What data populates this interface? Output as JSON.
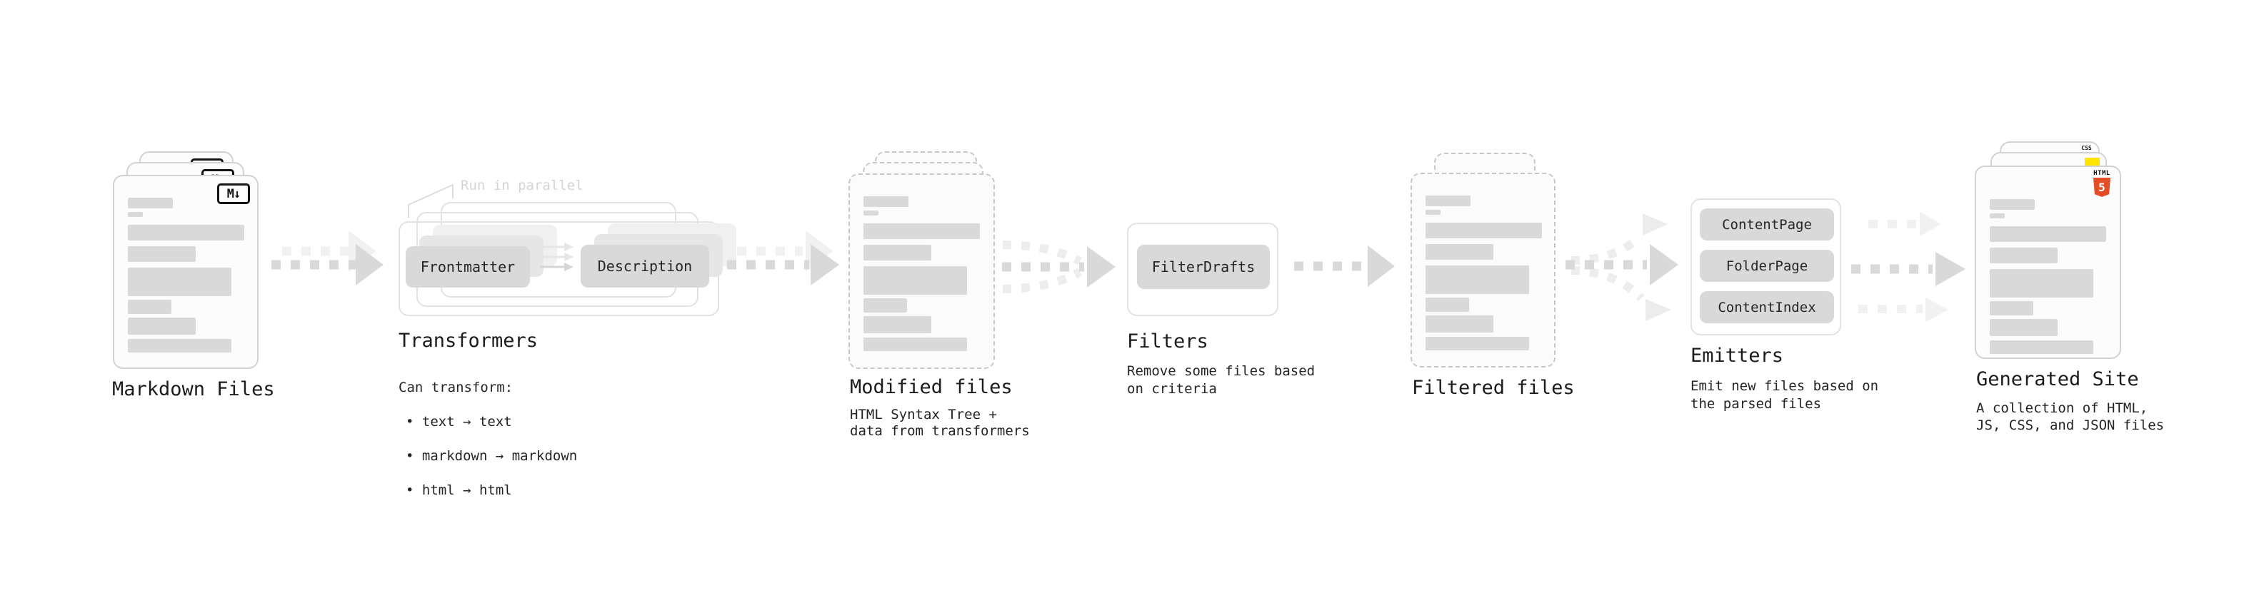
{
  "sections": {
    "markdown_files": {
      "title": "Markdown Files",
      "badge": "M↓"
    },
    "transformers": {
      "title": "Transformers",
      "parallel_note": "Run in parallel",
      "box_left": "Frontmatter",
      "box_right": "Description",
      "desc_heading": "Can transform:",
      "bullets": [
        "• text → text",
        "• markdown → markdown",
        "• html → html"
      ]
    },
    "modified_files": {
      "title": "Modified files",
      "desc": "HTML Syntax Tree +\ndata from transformers"
    },
    "filters": {
      "title": "Filters",
      "box": "FilterDrafts",
      "desc": "Remove some files based\non criteria"
    },
    "filtered_files": {
      "title": "Filtered files"
    },
    "emitters": {
      "title": "Emitters",
      "boxes": [
        "ContentPage",
        "FolderPage",
        "ContentIndex"
      ],
      "desc": "Emit new files based on\nthe parsed files"
    },
    "generated_site": {
      "title": "Generated Site",
      "desc": "A collection of HTML,\nJS, CSS, and JSON files",
      "html5_label": "HTML",
      "html5_number": "5",
      "css_label": "CSS"
    }
  },
  "colors": {
    "background": "#ffffff",
    "doc_border": "#d2d2d2",
    "bar_gray": "#d9d9d9",
    "arrow_gray": "#d9d9d9",
    "arrow_light": "#f1f1f1",
    "frame_border": "#e2e2e2",
    "title_text": "#1c1c1c",
    "note_gray": "#d4d4d4",
    "html5_orange": "#e44d26",
    "js_yellow": "#ffe500",
    "css_blue": "#2965f1"
  }
}
